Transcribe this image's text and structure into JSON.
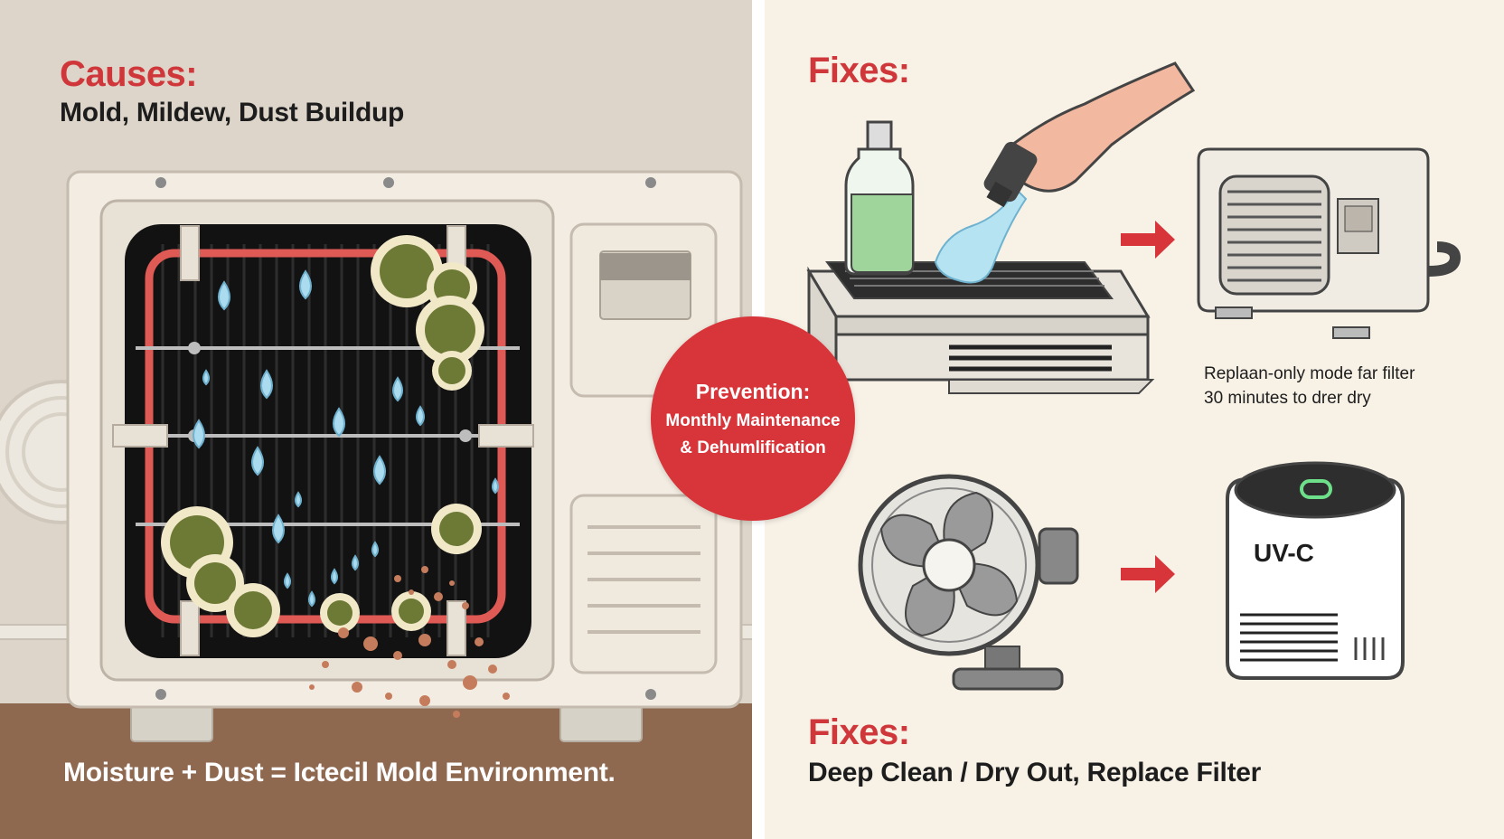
{
  "left": {
    "heading": "Causes:",
    "subheading": "Mold, Mildew, Dust Buildup",
    "footer": "Moisture + Dust = Ictecil Mold Environment."
  },
  "badge": {
    "title": "Prevention:",
    "line1": "Monthly Maintenance",
    "line2": "& Dehumlification"
  },
  "right": {
    "top_heading": "Fixes:",
    "top_caption_line1": "Replaan-only mode far filter",
    "top_caption_line2": "30 minutes to drer dry",
    "bottom_heading": "Fixes:",
    "bottom_subheading": "Deep Clean / Dry Out, Replace Filter",
    "purifier_label": "UV-C"
  },
  "colors": {
    "accent_red": "#d0373a",
    "mold_green": "#6d7a35",
    "water_blue": "#a9dcef",
    "floor_brown": "#8f6850"
  },
  "icons": [
    "ac-unit-icon",
    "water-drop-icon",
    "mold-cluster-icon",
    "spray-bottle-icon",
    "filter-tray-icon",
    "hand-icon",
    "outdoor-ac-icon",
    "fan-icon",
    "uv-purifier-icon",
    "arrow-right-icon"
  ]
}
